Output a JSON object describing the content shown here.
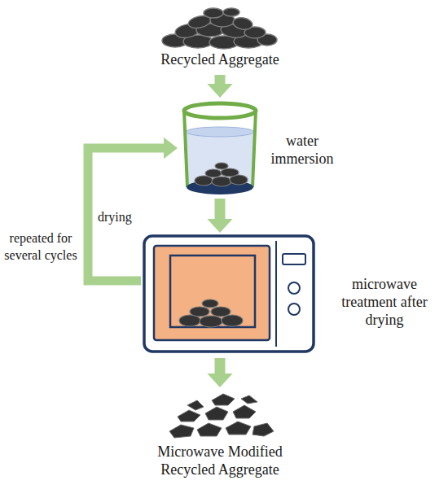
{
  "diagram": {
    "nodes": [
      {
        "text": [
          "Recycled Aggregate"
        ]
      },
      {
        "text": [
          "water immersion"
        ]
      },
      {
        "text": [
          "microwave treatment after drying"
        ]
      },
      {
        "text": [
          "Microwave Modified Recycled Aggregate"
        ]
      }
    ],
    "edges": [
      {
        "from": 0,
        "to": 1,
        "arrow": "to"
      },
      {
        "from": 1,
        "to": 2,
        "arrow": "to"
      },
      {
        "from": 2,
        "to": 3,
        "arrow": "to"
      },
      {
        "from": 2,
        "to": 1,
        "label": "drying",
        "arrow": "to"
      }
    ],
    "labels": [
      "repeated for several cycles"
    ]
  }
}
